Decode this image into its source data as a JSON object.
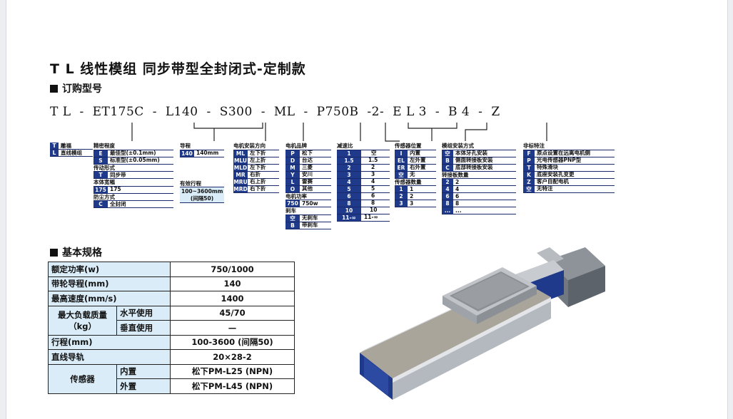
{
  "title": "T L 线性模组 同步带型全封闭式-定制款",
  "order_section": "订购型号",
  "spec_section": "基本规格",
  "code_parts": [
    "T L",
    "-",
    "ET175C",
    "-",
    "L140",
    "-",
    "S300",
    "-",
    "ML",
    "-",
    "P750B",
    "-2-",
    "E L 3",
    "-",
    "B 4",
    "-",
    "Z"
  ],
  "series_group": {
    "rows": [
      {
        "k": "T",
        "v": "雕福"
      },
      {
        "k": "L",
        "v": "直线模组"
      }
    ]
  },
  "precision_group": {
    "title": "精密程度",
    "rows": [
      {
        "k": "E",
        "v": "最佳型(±0.1mm)"
      },
      {
        "k": "S",
        "v": "标准型(±0.05mm)"
      }
    ],
    "drive_title": "传动形式",
    "drive_rows": [
      {
        "k": "T",
        "v": "同步带"
      }
    ],
    "width_title": "本体宽幅",
    "width_rows": [
      {
        "k": "175",
        "v": "175"
      }
    ],
    "dust_title": "防尘方式",
    "dust_rows": [
      {
        "k": "C",
        "v": "全封闭"
      }
    ]
  },
  "lead_group": {
    "title": "导程",
    "rows": [
      {
        "k": "140",
        "v": "140mm"
      }
    ],
    "stroke_title": "有效行程",
    "stroke_value": "100~3600mm",
    "stroke_note": "(间隔50)"
  },
  "motor_dir_group": {
    "title": "电机安装方向",
    "rows": [
      {
        "k": "ML",
        "v": "左下折"
      },
      {
        "k": "MLU",
        "v": "左上折"
      },
      {
        "k": "MLD",
        "v": "左下折"
      },
      {
        "k": "MR",
        "v": "右折"
      },
      {
        "k": "MRU",
        "v": "右上折"
      },
      {
        "k": "MRD",
        "v": "右下折"
      }
    ]
  },
  "motor_brand_group": {
    "title": "电机品牌",
    "rows": [
      {
        "k": "P",
        "v": "松下"
      },
      {
        "k": "D",
        "v": "台达"
      },
      {
        "k": "M",
        "v": "三菱"
      },
      {
        "k": "Y",
        "v": "安川"
      },
      {
        "k": "L",
        "v": "雷赛"
      },
      {
        "k": "O",
        "v": "其他"
      }
    ],
    "power_title": "电机功率",
    "power_rows": [
      {
        "k": "750",
        "v": "750w"
      }
    ],
    "brake_title": "刹车",
    "brake_rows": [
      {
        "k": "空",
        "v": "无刹车"
      },
      {
        "k": "B",
        "v": "带刹车"
      }
    ]
  },
  "ratio_group": {
    "title": "减速比",
    "rows": [
      {
        "k": "1",
        "v": "空"
      },
      {
        "k": "1.5",
        "v": "1.5"
      },
      {
        "k": "2",
        "v": "2"
      },
      {
        "k": "3",
        "v": "3"
      },
      {
        "k": "4",
        "v": "4"
      },
      {
        "k": "5",
        "v": "5"
      },
      {
        "k": "6",
        "v": "6"
      },
      {
        "k": "8",
        "v": "8"
      },
      {
        "k": "10",
        "v": "10"
      },
      {
        "k": "11-∞",
        "v": "11-∞"
      }
    ]
  },
  "sensor_group": {
    "title": "传感器位置",
    "rows": [
      {
        "k": "I",
        "v": "内置"
      },
      {
        "k": "EL",
        "v": "左外置"
      },
      {
        "k": "ER",
        "v": "右外置"
      },
      {
        "k": "空",
        "v": "无"
      }
    ],
    "count_title": "传感器数量",
    "count_rows": [
      {
        "k": "1",
        "v": "1"
      },
      {
        "k": "2",
        "v": "2"
      },
      {
        "k": "3",
        "v": "3"
      }
    ]
  },
  "mount_group": {
    "title": "模组安装方式",
    "rows": [
      {
        "k": "空",
        "v": "本体牙孔安装"
      },
      {
        "k": "B",
        "v": "侧面转接板安装"
      },
      {
        "k": "C",
        "v": "底部转接板安装"
      }
    ],
    "plate_title": "转接板数量",
    "plate_rows": [
      {
        "k": "2",
        "v": "2"
      },
      {
        "k": "4",
        "v": "4"
      },
      {
        "k": "6",
        "v": "6"
      },
      {
        "k": "8",
        "v": "8"
      },
      {
        "k": "...",
        "v": "..."
      }
    ]
  },
  "special_group": {
    "title": "非标特注",
    "rows": [
      {
        "k": "F",
        "v": "原点设置在远离电机侧"
      },
      {
        "k": "P",
        "v": "光电传感器PNP型"
      },
      {
        "k": "T",
        "v": "特殊滑块"
      },
      {
        "k": "K",
        "v": "底座安装孔变更"
      },
      {
        "k": "Z",
        "v": "客户自配电机"
      },
      {
        "k": "空",
        "v": "无特注"
      }
    ]
  },
  "spec": {
    "rated_power_label": "额定功率(w)",
    "rated_power": "750/1000",
    "pulley_lead_label": "带轮导程(mm)",
    "pulley_lead": "140",
    "max_speed_label": "最高速度(mm/s)",
    "max_speed": "1400",
    "max_load_label": "最大负载质量（kg）",
    "horizontal_label": "水平使用",
    "horizontal": "45/70",
    "vertical_label": "垂直使用",
    "vertical": "—",
    "stroke_label": "行程(mm)",
    "stroke": "100-3600 (间隔50)",
    "rail_label": "直线导轨",
    "rail": "20×28-2",
    "sensor_label": "传感器",
    "internal_label": "内置",
    "internal": "松下PM-L25 (NPN)",
    "external_label": "外置",
    "external": "松下PM-L45 (NPN)"
  },
  "colors": {
    "accent": "#1f3a8a",
    "cell_bg": "#d9ecf7",
    "frame": "#eceef1"
  },
  "icons": [
    "section-square-icon",
    "linear-module-product-image"
  ]
}
